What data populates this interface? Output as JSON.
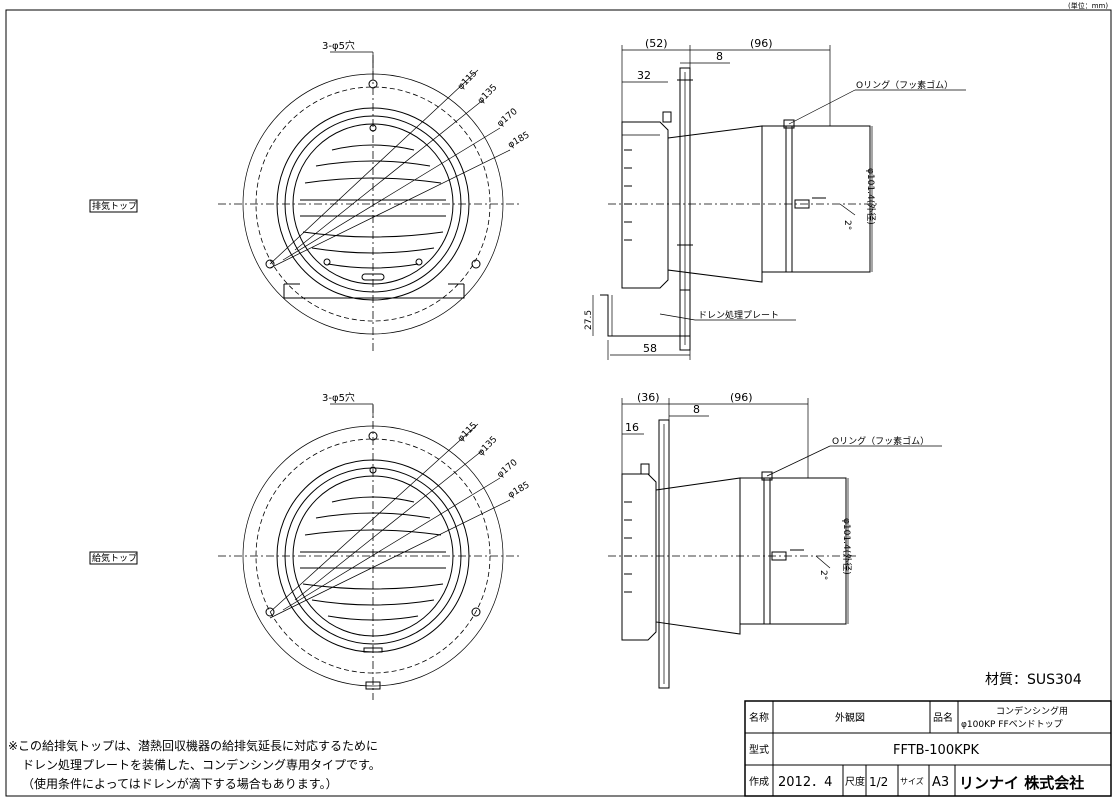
{
  "unit_label": "(単位：mm)",
  "views": {
    "exhaust_label": "排気トップ",
    "supply_label": "給気トップ"
  },
  "front_view": {
    "holes": "3-φ5穴",
    "d115": "φ115",
    "d135": "φ135",
    "d170": "φ170",
    "d185": "φ185"
  },
  "side_top": {
    "dim_52": "(52)",
    "dim_96": "(96)",
    "dim_8": "8",
    "dim_32": "32",
    "dim_58": "58",
    "dim_27_5": "27.5",
    "o_ring": "Oリング（フッ素ゴム）",
    "drain_plate": "ドレン処理プレート",
    "diameter": "φ101.4(外径)",
    "angle": "2°"
  },
  "side_bottom": {
    "dim_36": "(36)",
    "dim_96": "(96)",
    "dim_8": "8",
    "dim_16": "16",
    "o_ring": "Oリング（フッ素ゴム）",
    "diameter": "φ101.4(外径)",
    "angle": "2°"
  },
  "material": "材質：SUS304",
  "title_block": {
    "name_h": "名称",
    "name_v": "外観図",
    "prod_h": "品名",
    "prod_v1": "コンデンシング用",
    "prod_v2": "φ100KP FFベンドトップ",
    "model_h": "型式",
    "model_v": "FFTB-100KPK",
    "made_h": "作成",
    "made_v": "2012．4",
    "scale_h": "尺度",
    "scale_v": "1/2",
    "size_h": "サイズ",
    "size_v": "A3",
    "company": "リンナイ 株式会社"
  },
  "notes": [
    "※この給排気トップは、潜熱回収機器の給排気延長に対応するために",
    "ドレン処理プレートを装備した、コンデンシング専用タイプです。",
    "（使用条件によってはドレンが滴下する場合もあります。）"
  ]
}
